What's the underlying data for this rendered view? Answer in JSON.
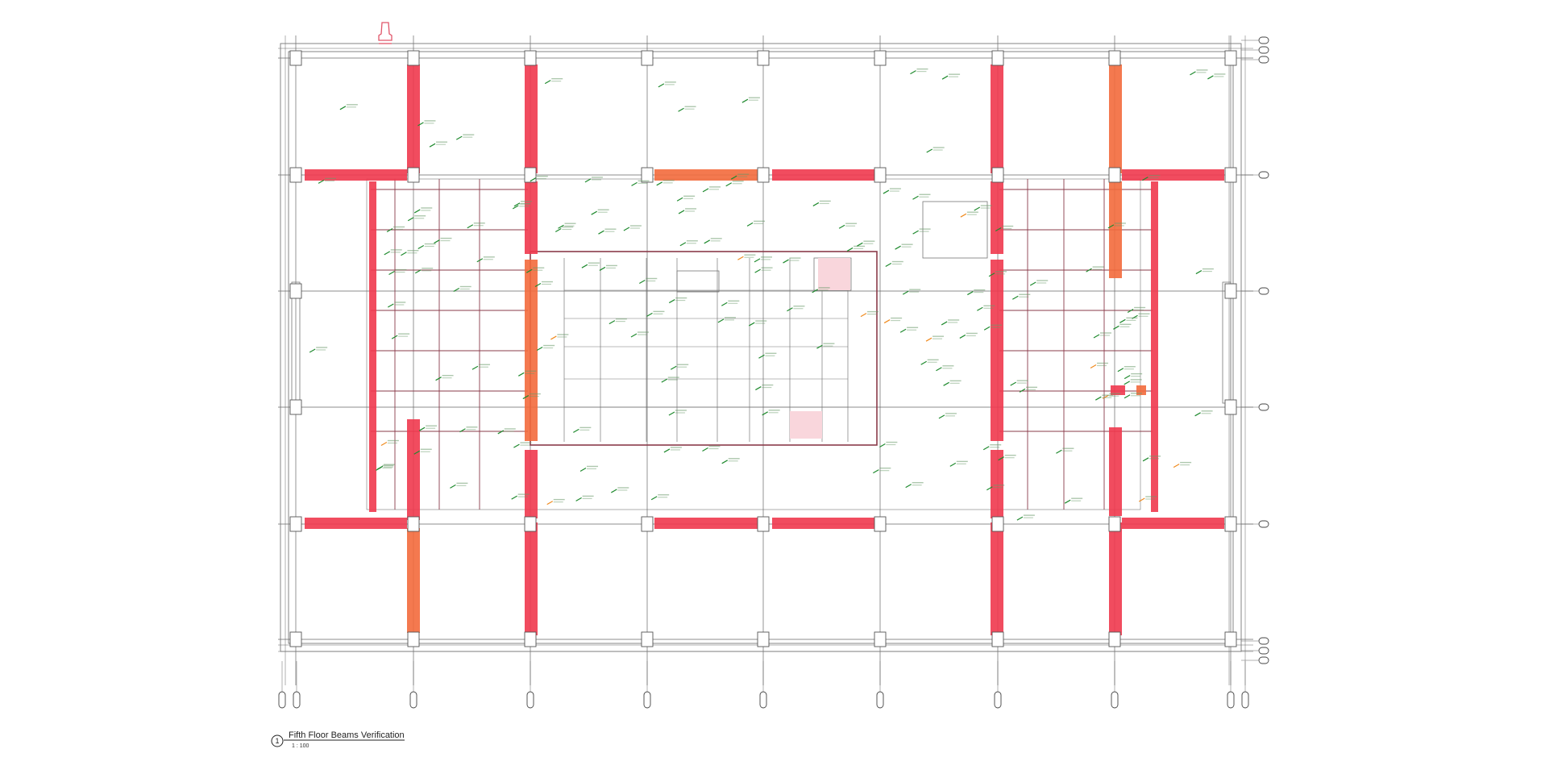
{
  "view": {
    "number": "1",
    "title": "Fifth Floor Beams Verification",
    "scale": "1 : 100"
  },
  "colors": {
    "flagged_beam": "#f0384e",
    "flagged_beam_alt": "#f36a3c",
    "tag_leader": "#1f8a2e",
    "tag_marker_alt": "#f08a1e",
    "grid_line": "#666666",
    "wall_line": "#777777",
    "core_line": "#8a3b4a",
    "north_marker": "#e0566a"
  },
  "icons": {
    "north": "north-arrow-icon",
    "view_marker": "view-number-circle-icon"
  }
}
